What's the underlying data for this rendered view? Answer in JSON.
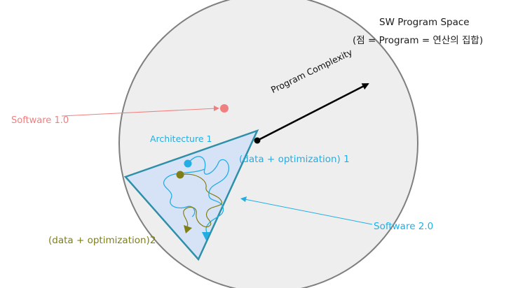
{
  "title": {
    "line1": "SW Program Space",
    "line2": "(점 = Program = 연산의 집합)"
  },
  "labels": {
    "software_1": "Software 1.0",
    "architecture_1": "Architecture 1",
    "optimization_1": "(data + optimization) 1",
    "optimization_2": "(data + optimization)2",
    "software_2": "Software 2.0",
    "program_complexity": "Program Complexity"
  },
  "colors": {
    "circle_stroke": "#7f7f7f",
    "circle_fill": "#eeeeee",
    "software_1": "#f07f7f",
    "triangle_stroke": "#2e8fa8",
    "triangle_fill": "#d6e3f7",
    "cyan": "#22aee4",
    "olive": "#7f7f15",
    "arrow": "#000000",
    "text": "#1a1a1a"
  }
}
